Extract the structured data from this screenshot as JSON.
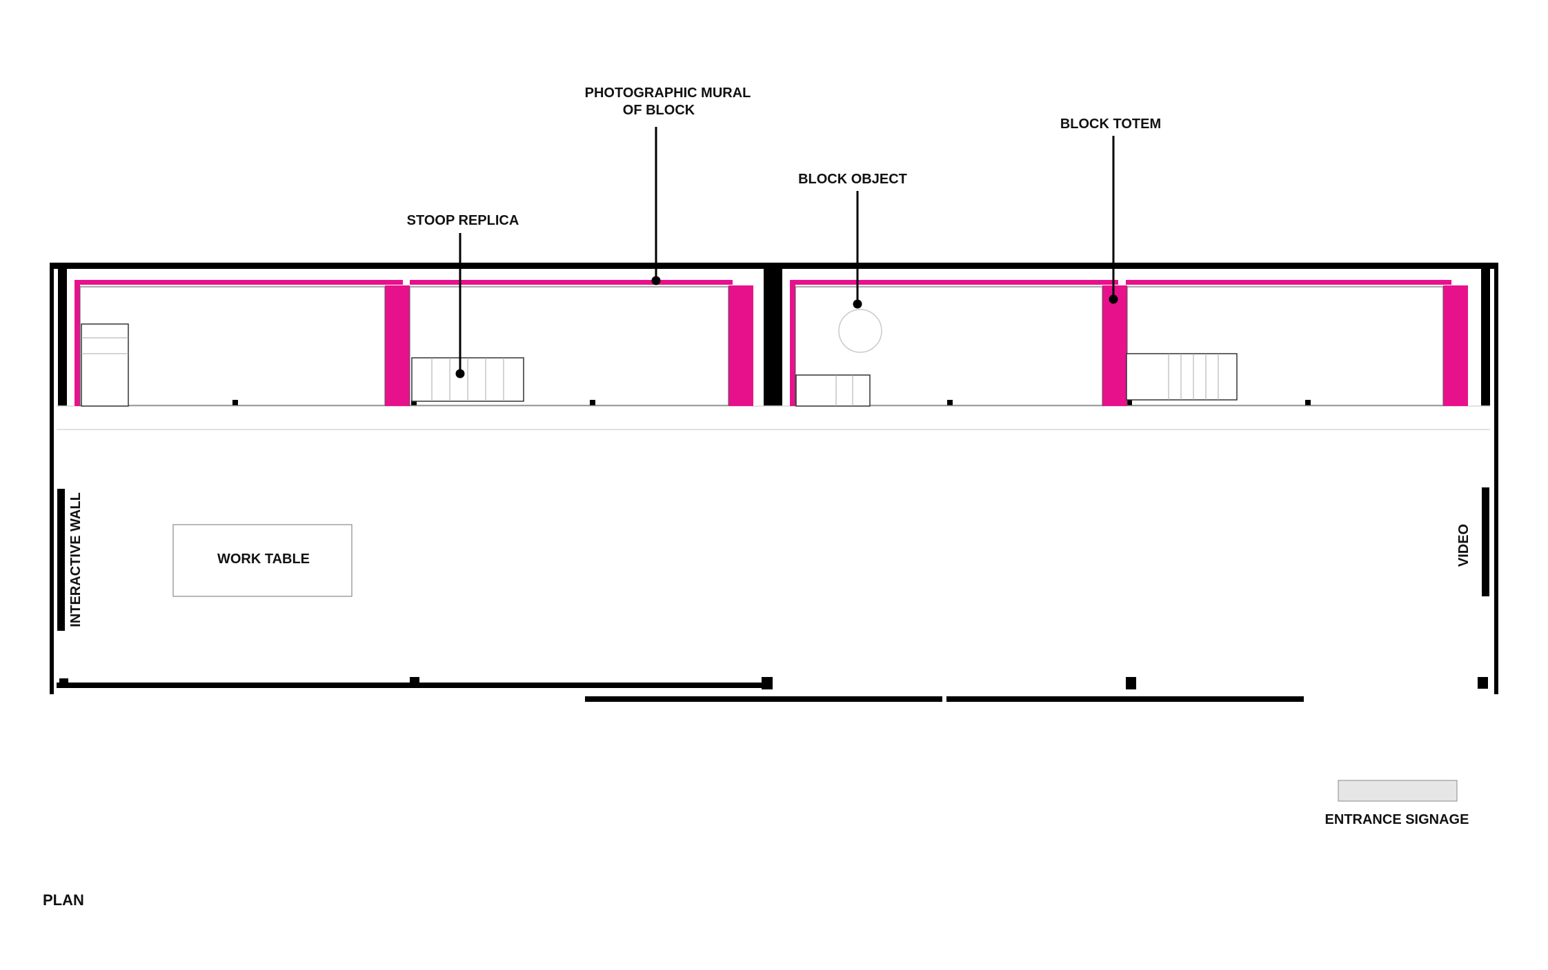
{
  "title": "PLAN",
  "labels": {
    "photographic_mural_line1": "PHOTOGRAPHIC MURAL",
    "photographic_mural_line2": "OF BLOCK",
    "block_totem": "BLOCK TOTEM",
    "block_object": "BLOCK OBJECT",
    "stoop_replica": "STOOP REPLICA",
    "work_table": "WORK TABLE",
    "interactive_wall": "INTERACTIVE WALL",
    "video": "VIDEO",
    "entrance_signage": "ENTRANCE SIGNAGE"
  },
  "colors": {
    "wall": "#000000",
    "accent_magenta": "#e8118c",
    "outline": "#333333",
    "corridor_line": "#d8d8d8",
    "signage_fill": "#e6e6e6"
  }
}
